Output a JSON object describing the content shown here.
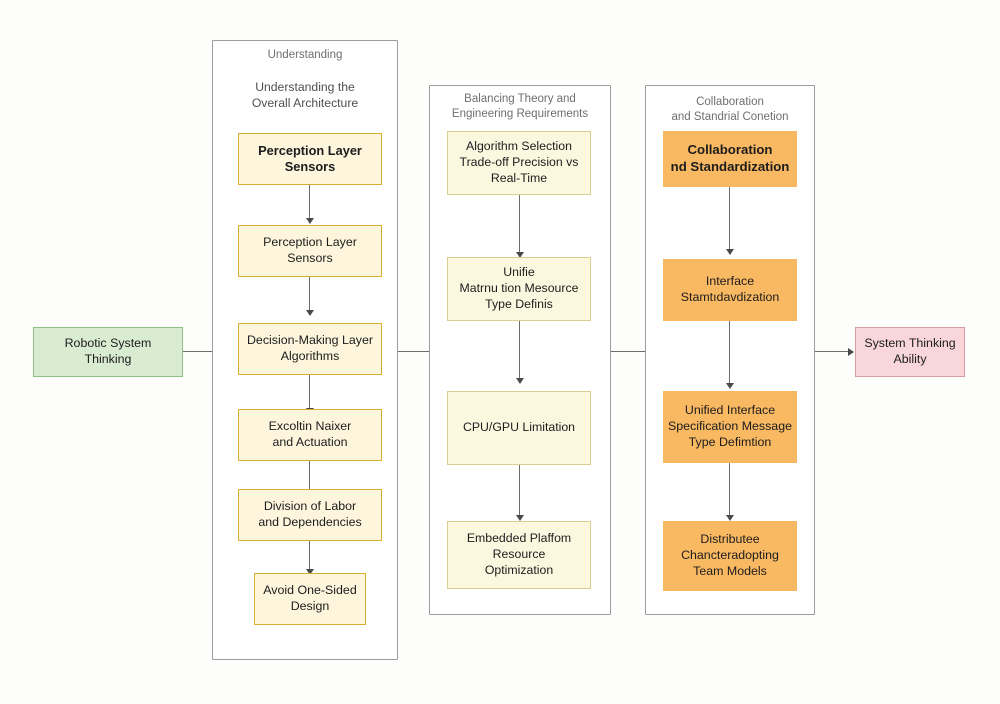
{
  "diagram": {
    "title": "Robotic System Thinking flow diagram",
    "background": "#fdfdfc",
    "colors": {
      "pale_fill": "#fdf6dd",
      "pale_border": "#d9ad2e",
      "cream_fill": "#fcf8e0",
      "cream_border": "#d6cf8e",
      "orange_fill": "#f9b862",
      "green_fill": "#d9ecd2",
      "green_border": "#8fbf82",
      "pink_fill": "#f8d6d9",
      "pink_border": "#d99aa2",
      "connector": "#6d6d6d",
      "container_border": "#9d9d9d"
    }
  },
  "start_node": {
    "label": "Robotic System\nThinking"
  },
  "end_node": {
    "label": "System Thinking\nAbility"
  },
  "columns": [
    {
      "id": "understanding",
      "title": "Understanding",
      "subtitle": "Understanding the\nOverall Architecture",
      "nodes": [
        {
          "label": "Perception Layer\nSensors",
          "style": "bold"
        },
        {
          "label": "Perception Layer\nSensors",
          "style": "normal"
        },
        {
          "label": "Decision-Making Layer\nAlgorithms",
          "style": "normal"
        },
        {
          "label": "Excoltin Naixer\nand Actuation",
          "style": "normal"
        },
        {
          "label": "Division of Labor\nand Dependencies",
          "style": "normal"
        },
        {
          "label": "Avoid One-Sided\nDesign",
          "style": "normal"
        }
      ]
    },
    {
      "id": "balancing",
      "title": "Balancing Theory and\nEngineering Requirements",
      "subtitle": "",
      "nodes": [
        {
          "label": "Algorithm Selection\nTrade-off Precision vs\nReal-Time",
          "style": "normal"
        },
        {
          "label": "Unifie\nMatrnu tion Mesource\nType Definis",
          "style": "normal"
        },
        {
          "label": "CPU/GPU Limitation",
          "style": "normal"
        },
        {
          "label": "Embedded Plaffom\nResource\nOptimization",
          "style": "normal"
        }
      ]
    },
    {
      "id": "collaboration",
      "title": "Collaboration\nand Standrial Conetion",
      "subtitle": "",
      "nodes": [
        {
          "label": "Collaboration\nnd Standardization",
          "style": "bold"
        },
        {
          "label": "Interface\nStamtıdavdization",
          "style": "normal"
        },
        {
          "label": "Unified Interface\nSpecification Message\nType Defimtion",
          "style": "normal"
        },
        {
          "label": "Distributee\nChancteradopting\nTeam Models",
          "style": "normal"
        }
      ]
    }
  ]
}
